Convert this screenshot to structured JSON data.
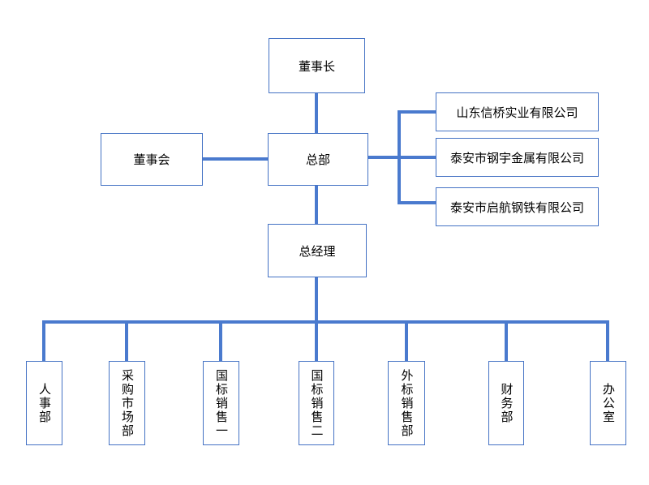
{
  "org_chart": {
    "nodes": {
      "chairman": "董事长",
      "board": "董事会",
      "headquarters": "总部",
      "general_manager": "总经理",
      "companies": [
        "山东信桥实业有限公司",
        "泰安市钢宇金属有限公司",
        "泰安市启航钢铁有限公司"
      ],
      "departments": [
        "人事部",
        "采购市场部",
        "国标销售一",
        "国标销售二",
        "外标销售部",
        "财务部",
        "办公室"
      ]
    },
    "edges": [
      {
        "from": "chairman",
        "to": "headquarters"
      },
      {
        "from": "board",
        "to": "headquarters"
      },
      {
        "from": "headquarters",
        "to": "companies.0"
      },
      {
        "from": "headquarters",
        "to": "companies.1"
      },
      {
        "from": "headquarters",
        "to": "companies.2"
      },
      {
        "from": "headquarters",
        "to": "general_manager"
      },
      {
        "from": "general_manager",
        "to": "departments.0"
      },
      {
        "from": "general_manager",
        "to": "departments.1"
      },
      {
        "from": "general_manager",
        "to": "departments.2"
      },
      {
        "from": "general_manager",
        "to": "departments.3"
      },
      {
        "from": "general_manager",
        "to": "departments.4"
      },
      {
        "from": "general_manager",
        "to": "departments.5"
      },
      {
        "from": "general_manager",
        "to": "departments.6"
      }
    ],
    "colors": {
      "node_border": "#4472C4",
      "connector": "#4A7ACE",
      "text": "#000000",
      "background": "#FFFFFF"
    }
  }
}
